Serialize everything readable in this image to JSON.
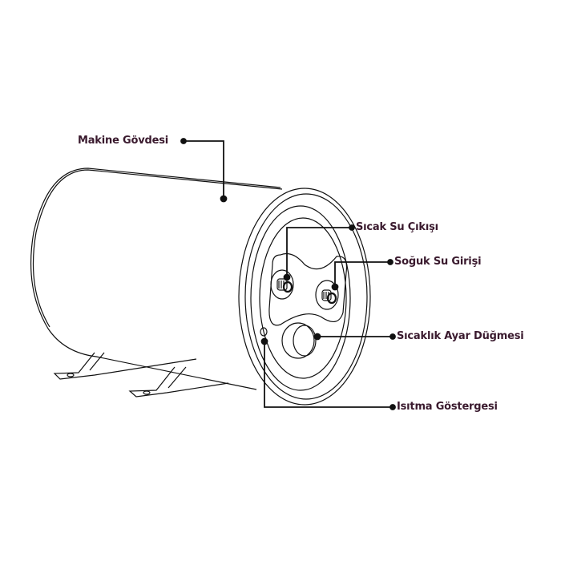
{
  "diagram": {
    "subject": "horizontal electric water heater",
    "colors": {
      "line": "#111111",
      "label": "#3a1a2e",
      "background": "#ffffff"
    },
    "labels": [
      {
        "id": "body",
        "text": "Makine Gövdesi"
      },
      {
        "id": "hot_out",
        "text": "Sıcak Su Çıkışı"
      },
      {
        "id": "cold_in",
        "text": "Soğuk Su Girişi"
      },
      {
        "id": "thermostat",
        "text": "Sıcaklık  Ayar Düğmesi"
      },
      {
        "id": "indicator",
        "text": "Isıtma Göstergesi"
      }
    ]
  }
}
